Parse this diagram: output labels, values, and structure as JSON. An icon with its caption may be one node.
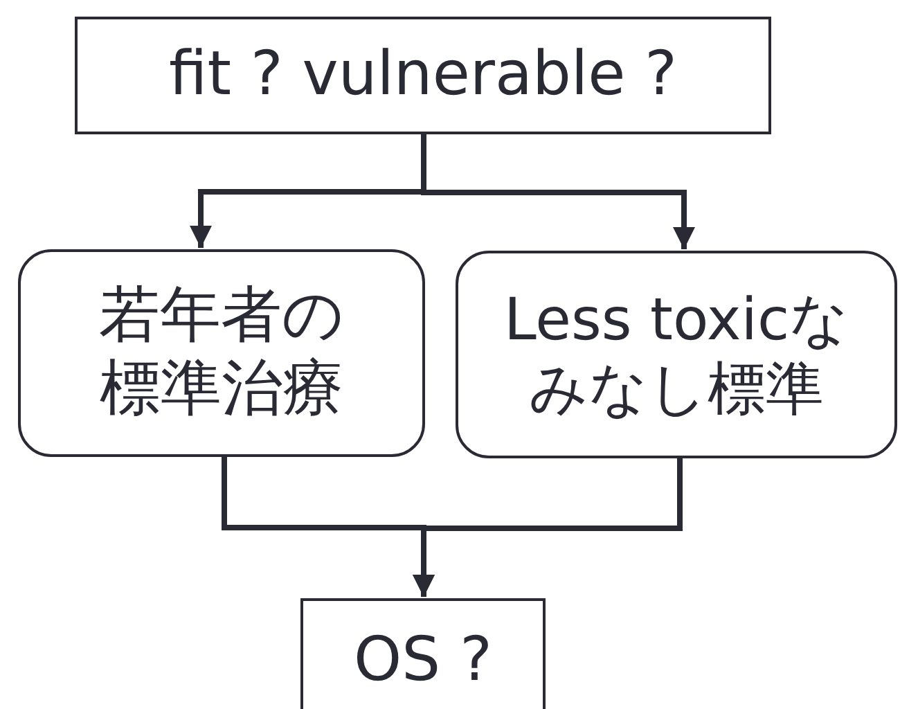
{
  "diagram": {
    "nodes": [
      {
        "text": [
          "fit ? vulnerable ?"
        ]
      },
      {
        "text": [
          "若年者の標準治療"
        ]
      },
      {
        "text": [
          "Less toxicなみなし標準"
        ]
      },
      {
        "text": [
          "OS ?"
        ]
      }
    ],
    "edges": [
      {
        "from": 0,
        "to": 1,
        "arrow": "to"
      },
      {
        "from": 0,
        "to": 2,
        "arrow": "to"
      },
      {
        "from": 1,
        "to": 3,
        "arrow": "to"
      },
      {
        "from": 2,
        "to": 3,
        "arrow": "to"
      }
    ]
  }
}
